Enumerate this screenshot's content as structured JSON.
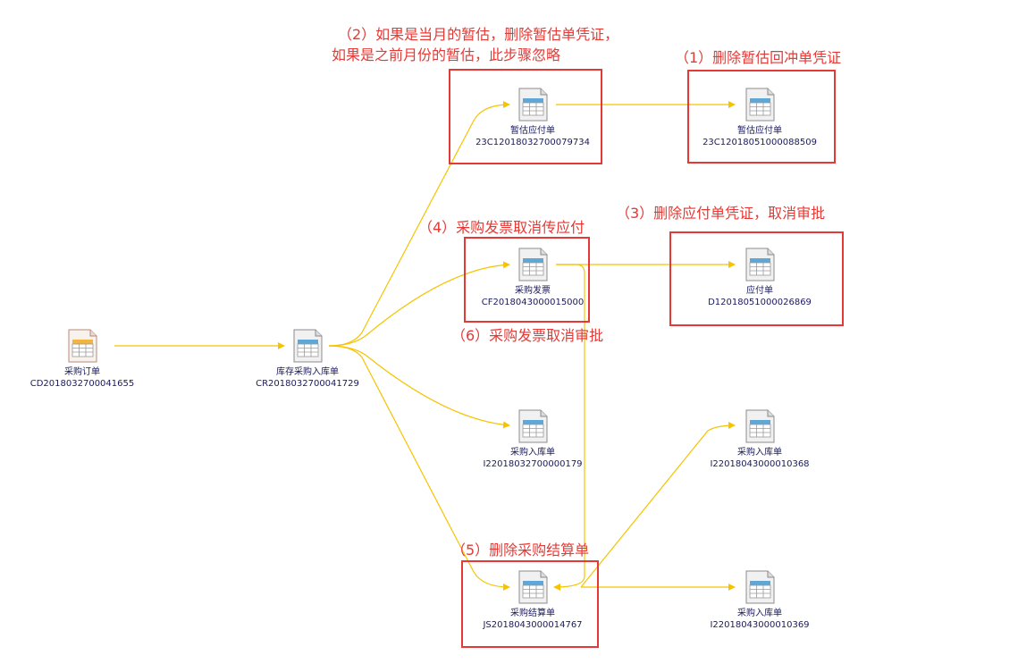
{
  "colors": {
    "edge": "#f5c400",
    "highlight": "#e53935",
    "node_text": "#1a1a5e"
  },
  "nodes": {
    "po": {
      "name": "采购订单",
      "code": "CD2018032700041655",
      "icon": "order-document-icon"
    },
    "inv_in": {
      "name": "库存采购入库单",
      "code": "CR2018032700041729",
      "icon": "table-document-icon"
    },
    "est_ap": {
      "name": "暂估应付单",
      "code": "23C12018032700079734",
      "icon": "table-document-icon"
    },
    "est_rev": {
      "name": "暂估应付单",
      "code": "23C12018051000088509",
      "icon": "table-document-icon"
    },
    "invoice": {
      "name": "采购发票",
      "code": "CF2018043000015000",
      "icon": "table-document-icon"
    },
    "ap": {
      "name": "应付单",
      "code": "D12018051000026869",
      "icon": "table-document-icon"
    },
    "receipt1": {
      "name": "采购入库单",
      "code": "I22018032700000179",
      "icon": "table-document-icon"
    },
    "receipt2": {
      "name": "采购入库单",
      "code": "I22018043000010368",
      "icon": "table-document-icon"
    },
    "settle": {
      "name": "采购结算单",
      "code": "JS2018043000014767",
      "icon": "table-document-icon"
    },
    "receipt3": {
      "name": "采购入库单",
      "code": "I22018043000010369",
      "icon": "table-document-icon"
    }
  },
  "annotations": {
    "step2_line1": "（2）如果是当月的暂估，删除暂估单凭证，",
    "step2_line2": "如果是之前月份的暂估，此步骤忽略",
    "step1": "（1）删除暂估回冲单凭证",
    "step4": "（4）采购发票取消传应付",
    "step3": "（3）删除应付单凭证，取消审批",
    "step6": "（6）采购发票取消审批",
    "step5": "（5）删除采购结算单"
  }
}
